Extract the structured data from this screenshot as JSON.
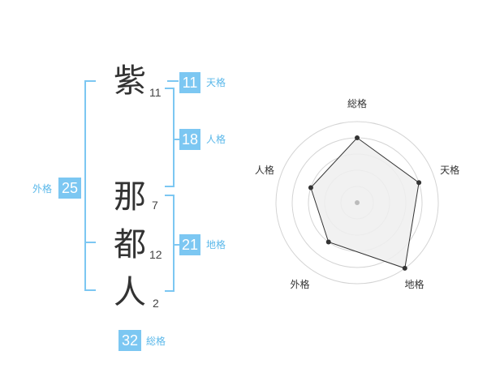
{
  "name_chars": [
    {
      "char": "紫",
      "strokes": "11"
    },
    {
      "char": "那",
      "strokes": "7"
    },
    {
      "char": "都",
      "strokes": "12"
    },
    {
      "char": "人",
      "strokes": "2"
    }
  ],
  "fortunes": {
    "tenkaku": {
      "value": "11",
      "label": "天格"
    },
    "jinkaku": {
      "value": "18",
      "label": "人格"
    },
    "chikaku": {
      "value": "21",
      "label": "地格"
    },
    "gaikaku": {
      "value": "25",
      "label": "外格"
    },
    "soukaku": {
      "value": "32",
      "label": "総格"
    }
  },
  "chart_data": {
    "type": "radar",
    "axes": [
      "総格",
      "天格",
      "地格",
      "外格",
      "人格"
    ],
    "values": [
      4,
      4,
      5,
      3,
      3
    ],
    "rmax": 5,
    "grid": true,
    "colors": {
      "fill": "#eeeeee",
      "line": "#333333",
      "grid": "#d4d4d4",
      "center": "#bbbbbb"
    }
  }
}
